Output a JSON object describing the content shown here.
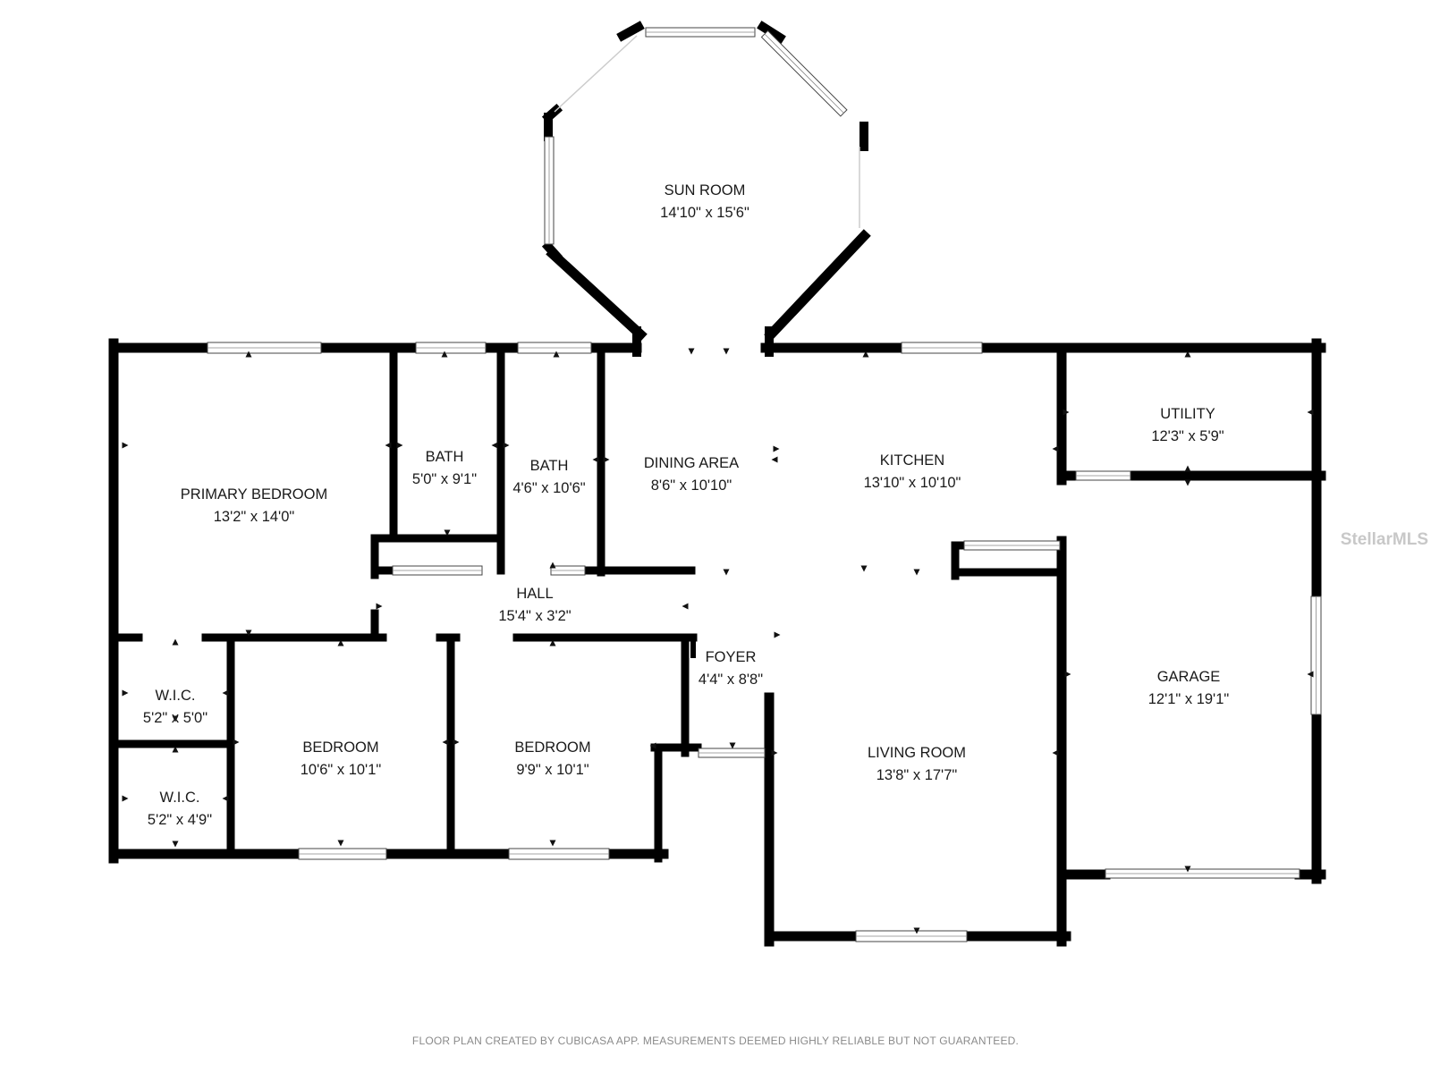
{
  "rooms": [
    {
      "id": "sun-room",
      "name": "SUN ROOM",
      "dims": "14'10\" x 15'6\""
    },
    {
      "id": "primary-bedroom",
      "name": "PRIMARY BEDROOM",
      "dims": "13'2\" x 14'0\""
    },
    {
      "id": "bath-1",
      "name": "BATH",
      "dims": "5'0\" x 9'1\""
    },
    {
      "id": "bath-2",
      "name": "BATH",
      "dims": "4'6\" x 10'6\""
    },
    {
      "id": "dining-area",
      "name": "DINING AREA",
      "dims": "8'6\" x 10'10\""
    },
    {
      "id": "kitchen",
      "name": "KITCHEN",
      "dims": "13'10\" x 10'10\""
    },
    {
      "id": "utility",
      "name": "UTILITY",
      "dims": "12'3\" x 5'9\""
    },
    {
      "id": "hall",
      "name": "HALL",
      "dims": "15'4\" x 3'2\""
    },
    {
      "id": "foyer",
      "name": "FOYER",
      "dims": "4'4\" x 8'8\""
    },
    {
      "id": "garage",
      "name": "GARAGE",
      "dims": "12'1\" x 19'1\""
    },
    {
      "id": "wic-1",
      "name": "W.I.C.",
      "dims": "5'2\" x 5'0\""
    },
    {
      "id": "wic-2",
      "name": "W.I.C.",
      "dims": "5'2\" x 4'9\""
    },
    {
      "id": "bedroom-1",
      "name": "BEDROOM",
      "dims": "10'6\" x 10'1\""
    },
    {
      "id": "bedroom-2",
      "name": "BEDROOM",
      "dims": "9'9\" x 10'1\""
    },
    {
      "id": "living-room",
      "name": "LIVING ROOM",
      "dims": "13'8\" x 17'7\""
    }
  ],
  "watermark": "StellarMLS",
  "footer": "FLOOR PLAN CREATED BY CUBICASA APP. MEASUREMENTS DEEMED HIGHLY RELIABLE BUT NOT GUARANTEED.",
  "colors": {
    "wall": "#000000",
    "window_fill": "#ffffff",
    "window_stroke": "#444444",
    "background": "#ffffff"
  }
}
